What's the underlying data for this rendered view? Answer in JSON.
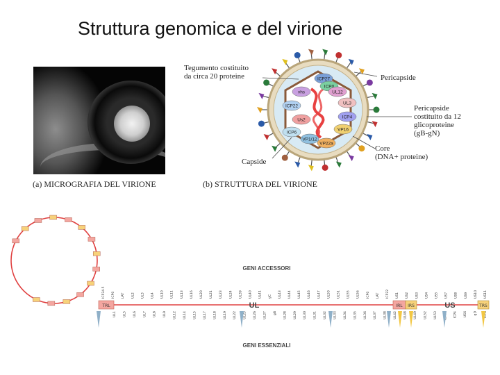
{
  "title": "Struttura genomica e del virione",
  "micrograph": {
    "caption": "(a)  MICROGRAFIA  DEL VIRIONE"
  },
  "structure": {
    "caption": "(b) STRUTTURA DEL VIRIONE",
    "labels": {
      "tegument": "Tegumento costituito\nda circa 20 proteine",
      "pericapsid": "Pericapside",
      "pericapsid_glyco": "Pericapside\ncostituito da 12\nglicoproteine\n(gB-gN)",
      "core": "Core\n(DNA+ proteine)",
      "capsid": "Capside"
    },
    "protein_tags": [
      "ICP27",
      "vhs",
      "ICP22",
      "Us2",
      "ICP0",
      "UL3",
      "ICP4",
      "VP16",
      "VP1/12",
      "VP22a",
      "ICP6",
      "UL12"
    ],
    "colors": {
      "membrane": "#d9c9a0",
      "tegument": "#d8eaf4",
      "capsid": "#8a5a3a",
      "dna": "#e84040"
    }
  },
  "genome_map": {
    "regions": {
      "ul": "UL",
      "us": "US",
      "trl": "TRL",
      "irl": "IRL",
      "irs": "IRS",
      "trs": "TRS"
    },
    "accessory_label": "GENI ACCESSORI",
    "essential_label": "GENI ESSENZIALI",
    "top_genes": [
      "ICP34.5",
      "ICP0",
      "LAT",
      "UL2",
      "UL3",
      "UL4",
      "UL10",
      "UL11",
      "UL13",
      "UL16",
      "UL20",
      "UL21",
      "UL23",
      "UL24",
      "UL39",
      "UL40",
      "UL41",
      "gC",
      "UL43",
      "UL44",
      "UL45",
      "UL46",
      "UL47",
      "UL50",
      "UL51",
      "UL55",
      "UL56",
      "ICP0",
      "LAT",
      "ICP22",
      "US1",
      "US2",
      "US3",
      "US4",
      "US5",
      "US7",
      "US8",
      "US9",
      "US10",
      "US11"
    ],
    "bottom_genes": [
      "UL1",
      "UL5",
      "UL6",
      "UL7",
      "UL8",
      "UL9",
      "UL12",
      "UL14",
      "UL15",
      "UL17",
      "UL18",
      "UL19",
      "UL22",
      "UL25",
      "UL26",
      "UL27",
      "gB",
      "UL28",
      "UL29",
      "UL30",
      "UL31",
      "UL32",
      "UL33",
      "UL34",
      "UL35",
      "UL36",
      "UL37",
      "UL38",
      "UL42",
      "UL48",
      "UL49",
      "UL52",
      "UL53",
      "ICP27",
      "ICP4",
      "US6",
      "gD",
      "ICP4"
    ],
    "colors": {
      "line": "#e04040",
      "repeat_box": "#f4a6a0",
      "repeat_box_alt": "#f7d27a",
      "arrow_yellow": "#f2c744",
      "arrow_blue": "#8fb0c8"
    }
  }
}
